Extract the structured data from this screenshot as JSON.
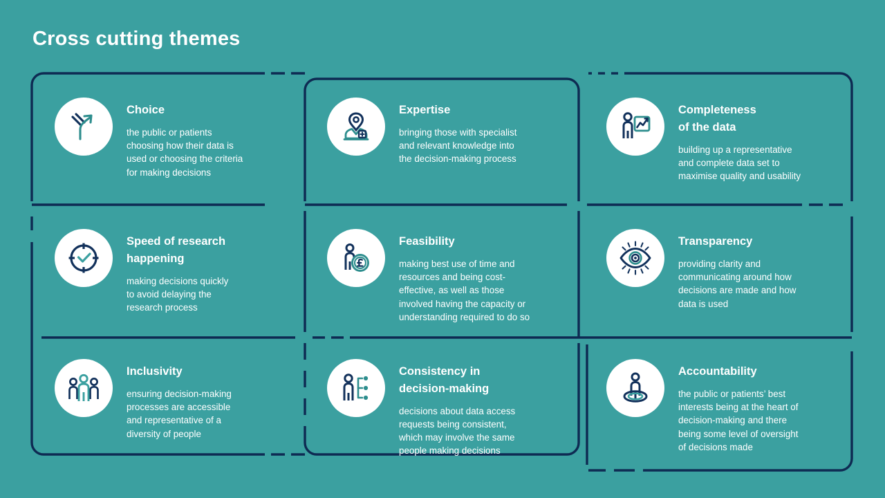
{
  "slide": {
    "title": "Cross cutting themes",
    "background_color": "#3ba0a0",
    "line_color": "#0e2a52",
    "text_color": "#ffffff",
    "icon_bg_color": "#ffffff",
    "icon_accent_color": "#3ba0a0"
  },
  "themes": [
    {
      "id": "choice",
      "icon": "branching-arrow-icon",
      "title": "Choice",
      "description": "the public or patients\nchoosing how their data is\nused or choosing the criteria\nfor making decisions"
    },
    {
      "id": "expertise",
      "icon": "medical-specialist-icon",
      "title": "Expertise",
      "description": "bringing those with specialist\nand relevant knowledge into\nthe decision-making process"
    },
    {
      "id": "completeness-of-the-data",
      "icon": "person-with-chart-icon",
      "title": "Completeness\nof the data",
      "description": "building up a representative\nand complete data set to\nmaximise quality and usability"
    },
    {
      "id": "speed-of-research-happening",
      "icon": "clock-icon",
      "title": "Speed of research\nhappening",
      "description": "making decisions quickly\nto avoid delaying the\nresearch process"
    },
    {
      "id": "feasibility",
      "icon": "person-with-pound-coin-icon",
      "title": "Feasibility",
      "description": "making best use of time and\nresources and being cost-\neffective, as well as those\ninvolved having the capacity or\nunderstanding required to do so"
    },
    {
      "id": "transparency",
      "icon": "eye-icon",
      "title": "Transparency",
      "description": "providing clarity and\ncommunicating around how\ndecisions are made and how\ndata is used"
    },
    {
      "id": "inclusivity",
      "icon": "group-of-people-icon",
      "title": "Inclusivity",
      "description": "ensuring decision-making\nprocesses are accessible\nand representative of a\ndiversity of people"
    },
    {
      "id": "consistency-in-decision-making",
      "icon": "person-with-flowchart-icon",
      "title": "Consistency in\ndecision-making",
      "description": "decisions about data access\nrequests being consistent,\nwhich may involve the same\npeople making decisions"
    },
    {
      "id": "accountability",
      "icon": "person-on-ripples-icon",
      "title": "Accountability",
      "description": "the public or patients’ best\ninterests being at the heart of\ndecision-making and there\nbeing some level of oversight\nof decisions made"
    }
  ]
}
